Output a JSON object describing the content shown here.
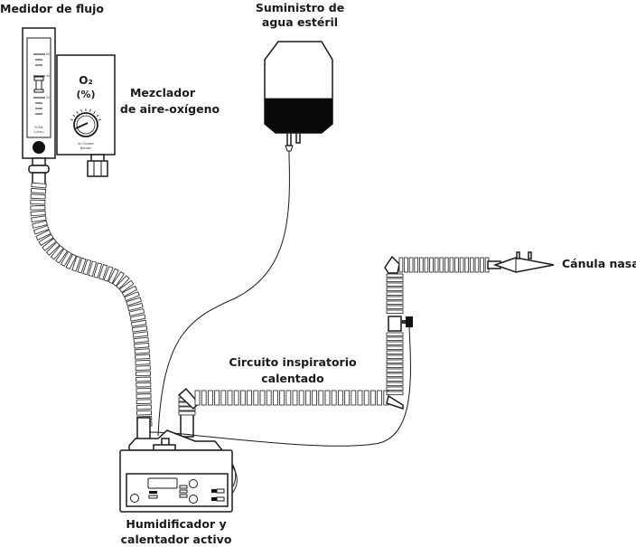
{
  "diagram": {
    "title": "Sistema de cánula nasal de alto flujo",
    "labels": {
      "flowmeter": "Medidor de flujo",
      "water_supply_line1": "Suministro de",
      "water_supply_line2": "agua estéril",
      "blender_line1": "Mezclador",
      "blender_line2": "de aire-oxígeno",
      "nasal_cannula": "Cánula nasal",
      "circuit_line1": "Circuito inspiratorio",
      "circuit_line2": "calentado",
      "humidifier_line1": "Humidificador y",
      "humidifier_line2": "calentador activo"
    },
    "blender_panel": {
      "gas": "O₂",
      "unit": "(%)",
      "device_caption_line1": "Air-Oxygen",
      "device_caption_line2": "Blender"
    },
    "flowmeter_panel": {
      "caption_line1": "FLOW",
      "caption_line2": "(L/min)",
      "scale_marks": [
        "60",
        "40",
        "20"
      ]
    },
    "water_bag": {
      "fill_fraction": 0.38
    },
    "connections": [
      {
        "from": "Mezclador de aire-oxígeno / Medidor de flujo",
        "to": "Humidificador y calentador activo",
        "type": "corrugated-tube"
      },
      {
        "from": "Suministro de agua estéril",
        "to": "Humidificador y calentador activo",
        "type": "water-line"
      },
      {
        "from": "Humidificador y calentador activo",
        "to": "Cánula nasal",
        "type": "heated-circuit"
      },
      {
        "from": "Humidificador y calentador activo",
        "to": "Circuito inspiratorio calentado",
        "type": "sensor-cable"
      }
    ]
  }
}
